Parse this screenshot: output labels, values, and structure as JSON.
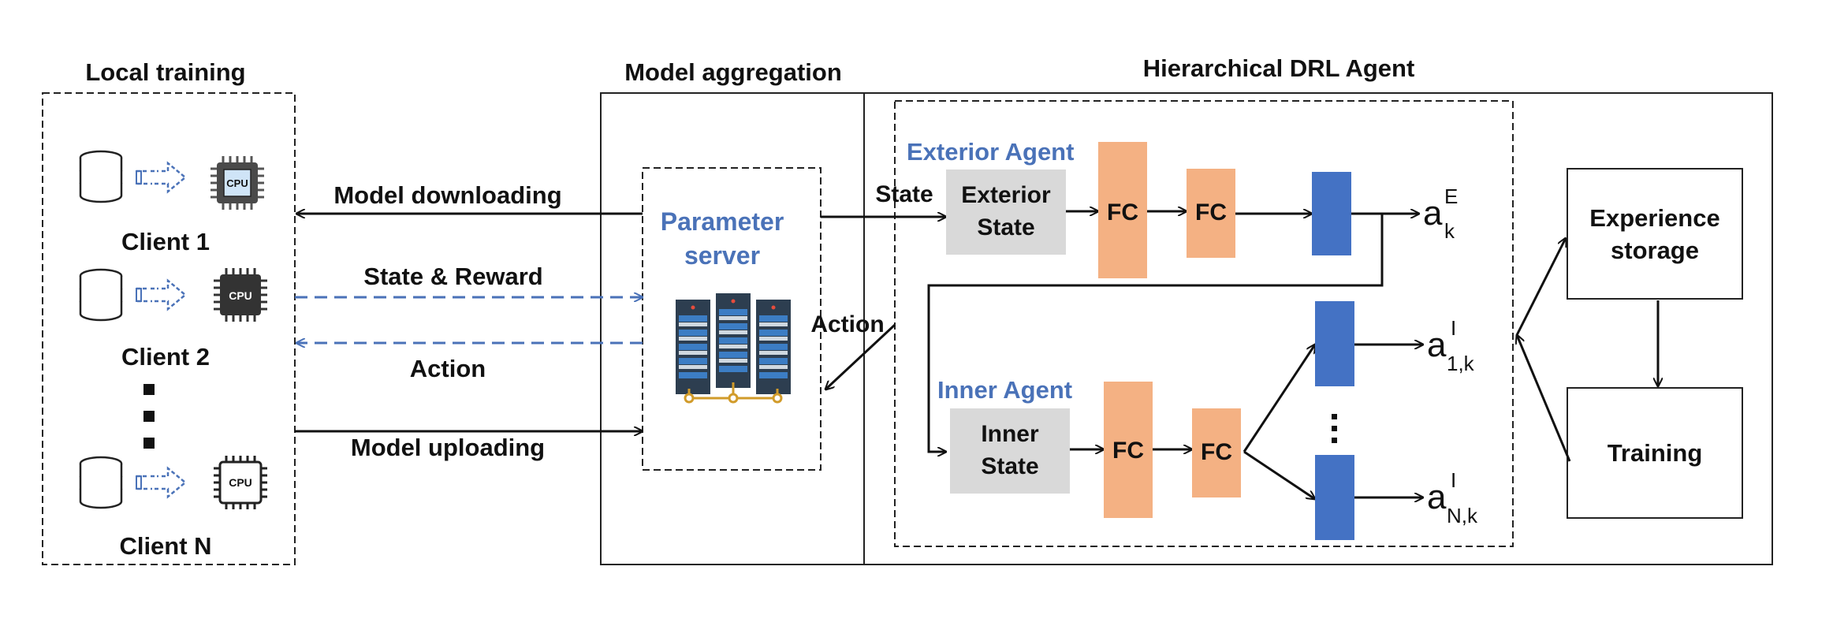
{
  "sections": {
    "local_training": "Local training",
    "model_aggregation": "Model aggregation",
    "hierarchical_agent": "Hierarchical DRL Agent"
  },
  "clients": [
    {
      "label": "Client 1",
      "chip": "CPU"
    },
    {
      "label": "Client 2",
      "chip": "CPU"
    },
    {
      "label": "Client N",
      "chip": "CPU"
    }
  ],
  "links": {
    "model_downloading": "Model downloading",
    "state_reward": "State & Reward",
    "action": "Action",
    "model_uploading": "Model uploading"
  },
  "server": {
    "line1": "Parameter",
    "line2": "server"
  },
  "agent": {
    "state_label": "State",
    "action_label": "Action",
    "exterior": {
      "title": "Exterior Agent",
      "state_line1": "Exterior",
      "state_line2": "State",
      "fc1": "FC",
      "fc2": "FC",
      "out_base": "a",
      "out_sup": "E",
      "out_sub": "k"
    },
    "inner": {
      "title": "Inner Agent",
      "state_line1": "Inner",
      "state_line2": "State",
      "fc1": "FC",
      "fc2": "FC",
      "out1_base": "a",
      "out1_sup": "I",
      "out1_sub": "1,k",
      "outN_base": "a",
      "outN_sup": "I",
      "outN_sub": "N,k"
    },
    "experience": {
      "line1": "Experience",
      "line2": "storage"
    },
    "training": "Training"
  },
  "colors": {
    "fc": "#f4b183",
    "output": "#4472c4",
    "state_box": "#d9d9d9",
    "accent_text": "#4a72b8",
    "dashed_arrow": "#4a72b8"
  },
  "icons": {
    "database": "database-icon",
    "chip": "cpu-chip-icon",
    "server": "server-rack-icon",
    "transfer": "dashed-arrow-icon"
  }
}
